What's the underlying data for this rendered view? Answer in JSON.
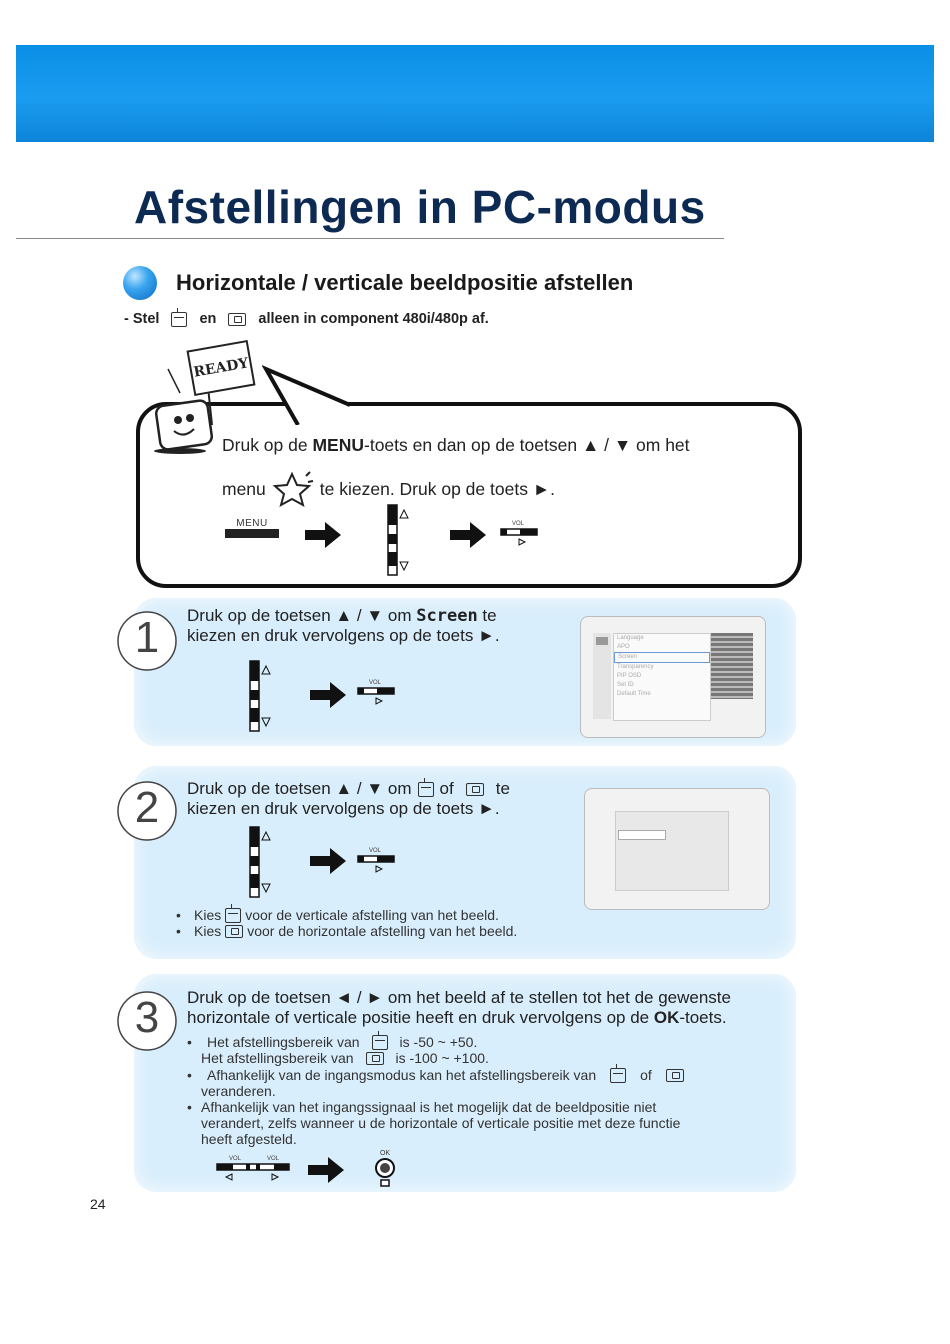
{
  "page": {
    "title": "Afstellingen in PC-modus",
    "section_heading": "Horizontale / verticale beeldpositie afstellen",
    "page_number": "24"
  },
  "note": {
    "prefix": "- Stel",
    "and": "en",
    "suffix": "alleen in component 480i/480p af."
  },
  "intro": {
    "sign": "READY",
    "line1_pre": "Druk op de ",
    "line1_key": "MENU",
    "line1_post": "-toets en dan op de toetsen ▲ / ▼ om het",
    "line2_pre": "menu",
    "line2_post": "te kiezen. Druk op de toets ►.",
    "menu_label": "MENU",
    "vol_label": "VOL"
  },
  "step1": {
    "number": "1",
    "line1_pre": "Druk op de toetsen ▲ / ▼ om ",
    "line1_key": "Screen",
    "line1_post": " te",
    "line2": "kiezen en druk vervolgens op de toets ►.",
    "vol_label": "VOL",
    "osd_items": [
      "Language",
      "APO",
      "Screen",
      "Transparency",
      "PIP OSD",
      "Set ID",
      "Default Time"
    ]
  },
  "step2": {
    "number": "2",
    "line1_pre": "Druk op de toetsen ▲ / ▼ om",
    "line1_of": "of",
    "line1_post": "te",
    "line2": "kiezen en druk vervolgens op de toets ►.",
    "vol_label": "VOL",
    "bullet1_pre": "Kies",
    "bullet1_post": "voor de verticale afstelling van het beeld.",
    "bullet2_pre": "Kies",
    "bullet2_post": "voor de horizontale afstelling van het beeld."
  },
  "step3": {
    "number": "3",
    "line1": "Druk op de toetsen ◄ / ► om het beeld af te stellen tot het de gewenste",
    "line2_pre": "horizontale of verticale positie heeft en druk vervolgens op de ",
    "line2_key": "OK",
    "line2_post": "-toets.",
    "b1a_pre": "Het afstellingsbereik van",
    "b1a_post": "is -50 ~ +50.",
    "b1b_pre": "Het afstellingsbereik van",
    "b1b_post": "is -100 ~ +100.",
    "b2_pre": "Afhankelijk van de ingangsmodus kan het afstellingsbereik van",
    "b2_of": "of",
    "b2_line2": "veranderen.",
    "b3_line1": "Afhankelijk van het ingangssignaal is het mogelijk dat de beeldpositie niet",
    "b3_line2": "verandert, zelfs wanneer u de horizontale of verticale positie met deze functie",
    "b3_line3": "heeft afgesteld.",
    "vol_label": "VOL",
    "ok_label": "OK"
  }
}
